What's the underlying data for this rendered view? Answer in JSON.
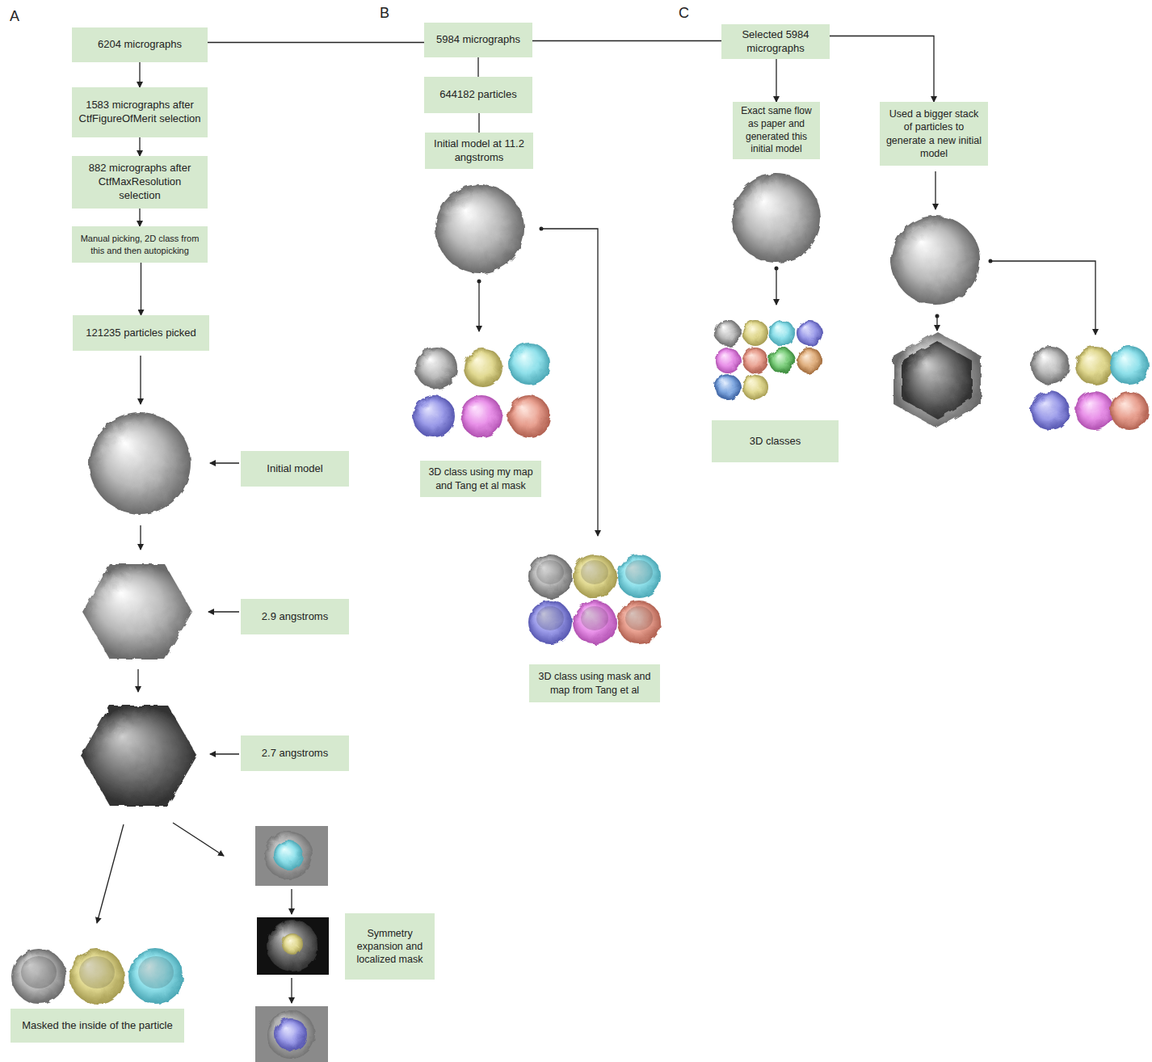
{
  "diagram": {
    "nodes": [
      {
        "text": [
          "6204 micrographs"
        ]
      },
      {
        "text": [
          "1583 micrographs after CtfFigureOfMerit selection"
        ]
      },
      {
        "text": [
          "882 micrographs after CtfMaxResolution selection"
        ]
      },
      {
        "text": [
          "Manual picking, 2D class from this and then autopicking"
        ]
      },
      {
        "text": [
          "121235 particles picked"
        ]
      },
      {
        "text": [
          "Initial model"
        ]
      },
      {
        "text": [
          "2.9 angstroms"
        ]
      },
      {
        "text": [
          "2.7 angstroms"
        ]
      },
      {
        "text": [
          "Masked the inside of the particle"
        ]
      },
      {
        "text": [
          "Symmetry expansion and localized mask"
        ]
      },
      {
        "text": [
          "5984 micrographs"
        ]
      },
      {
        "text": [
          "644182 particles"
        ]
      },
      {
        "text": [
          "Initial model at 11.2 angstroms"
        ]
      },
      {
        "text": [
          "3D class using my map and Tang et al mask"
        ]
      },
      {
        "text": [
          "3D class using mask and map from Tang et al"
        ]
      },
      {
        "text": [
          "Selected 5984 micrographs"
        ]
      },
      {
        "text": [
          "Exact same flow as paper and generated this initial model"
        ]
      },
      {
        "text": [
          "Used a bigger stack of particles to generate a new initial model"
        ]
      },
      {
        "text": [
          "3D classes"
        ]
      }
    ],
    "edges": [
      {
        "from": 0,
        "to": 1,
        "arrow": "to"
      },
      {
        "from": 1,
        "to": 2,
        "arrow": "to"
      },
      {
        "from": 2,
        "to": 3,
        "arrow": "to"
      },
      {
        "from": 3,
        "to": 4,
        "arrow": "to"
      },
      {
        "from": 0,
        "to": 10,
        "arrow": "none"
      },
      {
        "from": 10,
        "to": 15,
        "arrow": "none"
      },
      {
        "from": 10,
        "to": 11,
        "arrow": "none"
      },
      {
        "from": 11,
        "to": 12,
        "arrow": "none"
      },
      {
        "from": 15,
        "to": 16,
        "arrow": "to"
      },
      {
        "from": 15,
        "to": 17,
        "arrow": "to"
      }
    ],
    "labels": [
      "A",
      "B",
      "C"
    ]
  }
}
